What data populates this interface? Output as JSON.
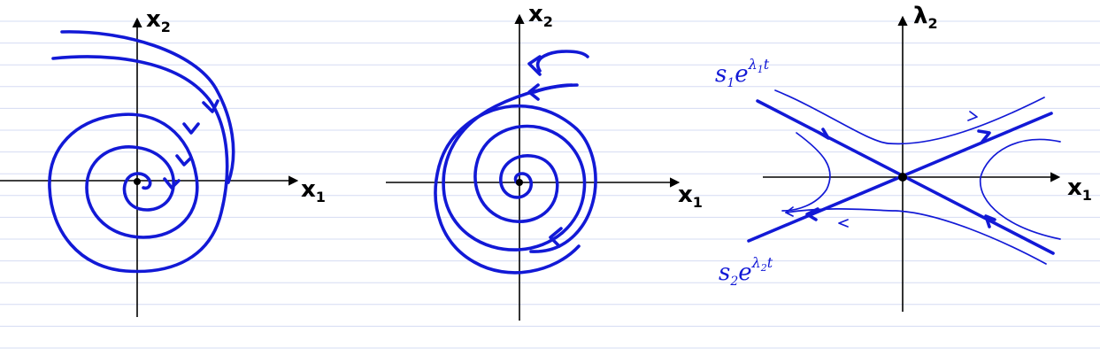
{
  "colors": {
    "ink": "#1219d6",
    "axis": "#000000",
    "rule_line": "#d5dcf3",
    "background": "#ffffff"
  },
  "panels": [
    {
      "name": "stable-spiral",
      "x_axis_label": "x",
      "x_axis_sub": "1",
      "y_axis_label": "x",
      "y_axis_sub": "2"
    },
    {
      "name": "unstable-spiral",
      "x_axis_label": "x",
      "x_axis_sub": "1",
      "y_axis_label": "x",
      "y_axis_sub": "2"
    },
    {
      "name": "saddle",
      "x_axis_label": "x",
      "x_axis_sub": "1",
      "y_axis_label": "λ",
      "y_axis_sub": "2",
      "upper_annotation": {
        "s": "s",
        "s_sub": "1",
        "e": "e",
        "exp_lambda": "λ",
        "exp_sub": "1",
        "exp_t": "t"
      },
      "lower_annotation": {
        "s": "s",
        "s_sub": "2",
        "e": "e",
        "exp_lambda": "λ",
        "exp_sub": "2",
        "exp_t": "t"
      }
    }
  ]
}
